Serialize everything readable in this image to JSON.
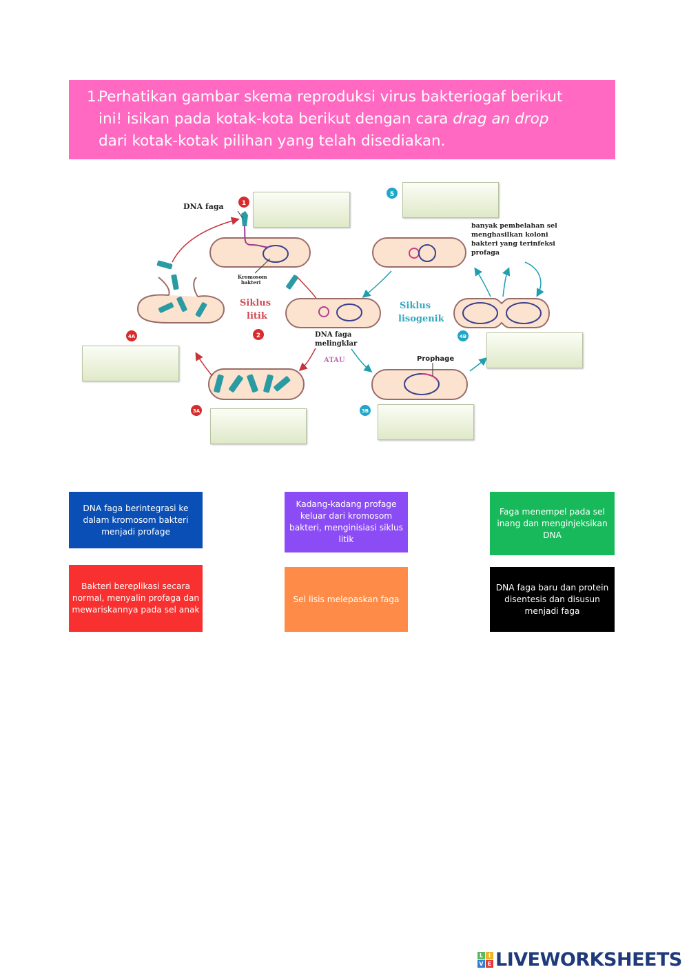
{
  "instruction": {
    "number": "1.",
    "line1": "Perhatikan gambar skema reproduksi virus bakteriogaf berikut",
    "line2_prefix": "ini! isikan pada kotak-kota berikut dengan cara ",
    "line2_italic": "drag an drop",
    "line3": "dari kotak-kotak pilihan yang telah disediakan.",
    "background": "#ff69c1"
  },
  "diagram": {
    "labels": {
      "dna_faga": "DNA faga",
      "kromosom": "Kromosom",
      "bakteri": "bakteri",
      "siklus_litik_1": "Siklus",
      "siklus_litik_2": "litik",
      "siklus_lisogenik_1": "Siklus",
      "siklus_lisogenik_2": "lisogenik",
      "dna_melingkar_1": "DNA faga",
      "dna_melingkar_2": "melingklar",
      "atau": "ATAU",
      "prophage": "Prophage",
      "colony_1": "banyak pembelahan sel",
      "colony_2": "menghasilkan koloni",
      "colony_3": "bakteri yang terinfeksi",
      "colony_4": "profaga"
    },
    "step_badges": [
      {
        "id": "1",
        "label": "1",
        "color": "#d92b2b"
      },
      {
        "id": "2",
        "label": "2",
        "color": "#d92b2b"
      },
      {
        "id": "3A",
        "label": "3A",
        "color": "#d92b2b"
      },
      {
        "id": "4A",
        "label": "4A",
        "color": "#d92b2b"
      },
      {
        "id": "3B",
        "label": "3B",
        "color": "#1fa6c9"
      },
      {
        "id": "4B",
        "label": "4B",
        "color": "#1fa6c9"
      },
      {
        "id": "5",
        "label": "5",
        "color": "#1fa6c9"
      }
    ],
    "dropzones": [
      {
        "step": "1",
        "value": ""
      },
      {
        "step": "5",
        "value": ""
      },
      {
        "step": "4A",
        "value": ""
      },
      {
        "step": "4B",
        "value": ""
      },
      {
        "step": "3A",
        "value": ""
      },
      {
        "step": "3B",
        "value": ""
      }
    ]
  },
  "tiles": [
    {
      "text": "DNA faga berintegrasi ke dalam kromosom bakteri menjadi profage",
      "color": "#0a4fb5"
    },
    {
      "text": "Kadang-kadang profage keluar dari kromosom bakteri, menginisiasi siklus litik",
      "color": "#8c4cf5"
    },
    {
      "text": "Faga menempel pada sel inang dan menginjeksikan DNA",
      "color": "#18b95b"
    },
    {
      "text": "Bakteri bereplikasi secara normal, menyalin profaga dan mewariskannya pada sel anak",
      "color": "#f8302f"
    },
    {
      "text": "Sel lisis melepaskan faga",
      "color": "#fe8c48"
    },
    {
      "text": "DNA faga baru dan protein disentesis dan disusun menjadi faga",
      "color": "#000000"
    }
  ],
  "logo": {
    "text": "LIVEWORKSHEETS",
    "grid": [
      "L",
      "I",
      "V",
      "E"
    ]
  }
}
